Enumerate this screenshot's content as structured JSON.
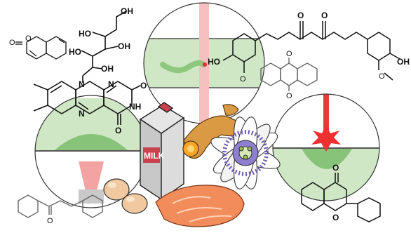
{
  "milk_carton": {
    "label": "MILK"
  },
  "atoms": {
    "lumiflavin": {
      "n_top": "N",
      "n_ring": "N",
      "n_left": "N",
      "nh": "NH",
      "o_top": "O",
      "o_bottom": "O"
    },
    "ribityl": {
      "oh_top": "OH",
      "ho_mid": "HO",
      "oh_mid": "OH",
      "oh_low": "OH",
      "ho_low": "HO"
    },
    "coumarin": {
      "o_carbonyl": "O",
      "o_ring": "O"
    },
    "curcumin": {
      "o_left": "O",
      "o_right": "O",
      "ho": "HO",
      "oh": "OH",
      "ome_left": "O",
      "ome_right": "O"
    },
    "anthraquinone": {
      "o_top": "O",
      "o_bottom": "O"
    },
    "chalcone": {
      "o": "O"
    },
    "flavone": {
      "o_carbonyl": "O",
      "o_ring": "O"
    }
  },
  "colors": {
    "beam": "#f4a3a3",
    "bulge_green": "#b9deaa",
    "bulge_dark": "#88c37a",
    "turmeric": "#d99a43",
    "salmon": "#f28c5a",
    "egg": "#f1c9a0",
    "carton": "#d9d9d9",
    "carton_red": "#c9414d",
    "passion_petal": "#ffffff",
    "passion_corona": "#6d5bb3"
  },
  "icons": [
    "beam-circle-left",
    "beam-circle-center",
    "beam-circle-right",
    "milk-carton-icon",
    "turmeric-root-icon",
    "passion-flower-icon",
    "eggs-icon",
    "salmon-icon"
  ]
}
